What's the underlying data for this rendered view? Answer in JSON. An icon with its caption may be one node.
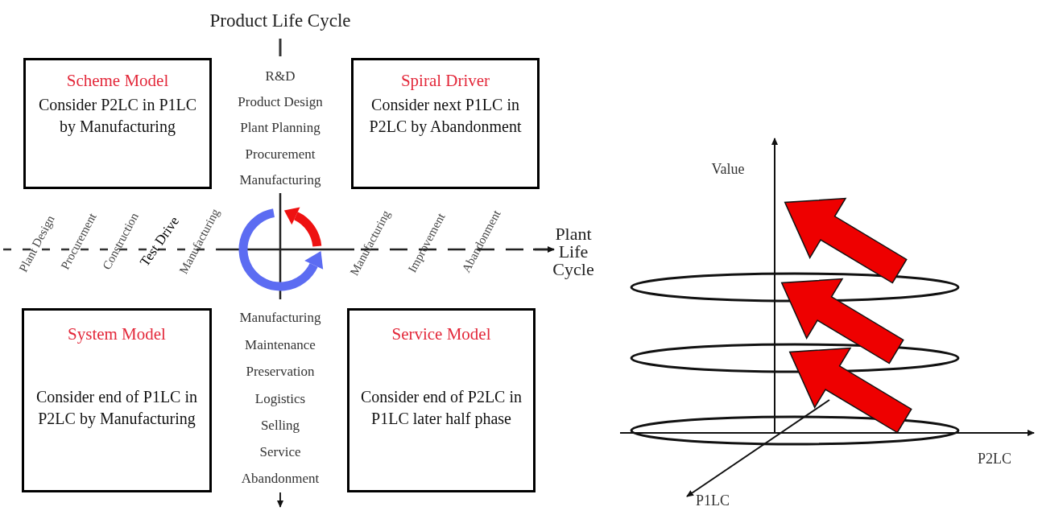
{
  "diagram": {
    "nodes": [
      {
        "text": [
          "Scheme Model",
          "Consider P2LC in P1LC by Manufacturing"
        ]
      },
      {
        "text": [
          "Spiral Driver",
          "Consider next P1LC in P2LC by Abandonment"
        ]
      },
      {
        "text": [
          "System Model",
          "Consider end of P1LC in P2LC by Manufacturing"
        ]
      },
      {
        "text": [
          "Service Model",
          "Consider end of P2LC in P1LC later half phase"
        ]
      }
    ],
    "labels": [
      "Product Life Cycle",
      "R&D",
      "Product Design",
      "Plant Planning",
      "Procurement",
      "Manufacturing",
      "Plant Design",
      "Procurement",
      "Construction",
      "Test Drive",
      "Manufacturing",
      "Manufacturing",
      "Improvement",
      "Abandonment",
      "Plant Life Cycle",
      "Value",
      "Manufacturing",
      "Maintenance",
      "Preservation",
      "Logistics",
      "Selling",
      "Service",
      "Abandonment",
      "P2LC",
      "P1LC"
    ]
  }
}
